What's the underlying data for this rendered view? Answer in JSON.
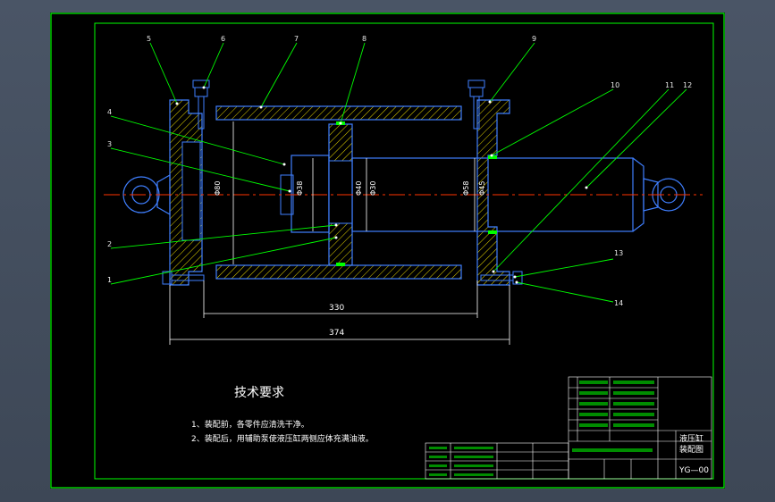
{
  "drawing": {
    "callouts": [
      "5",
      "6",
      "7",
      "8",
      "9",
      "10",
      "11",
      "12",
      "4",
      "3",
      "2",
      "1",
      "13",
      "14"
    ],
    "dimensions": {
      "inner_length": "330",
      "overall_length": "374",
      "bore_dia": "Φ80",
      "piston_dia": "Φ38",
      "rod_dia": "Φ40",
      "gland_dia": "Φ58",
      "port_dia": "Φ30",
      "seal_dia": "Φ45"
    }
  },
  "notes": {
    "title": "技术要求",
    "lines": [
      "1、装配前，各零件应清洗干净。",
      "2、装配后，用辅助泵使液压缸两侧应体充满油液。"
    ]
  },
  "title_block": {
    "label_a": "液压缸",
    "label_b": "装配图",
    "code": "YG—00"
  },
  "colors": {
    "background": "#000000",
    "frame": "#00ff00",
    "outline": "#3f7fff",
    "hatch": "#e8d800",
    "center": "#ff3300",
    "leader": "#00ff00",
    "text": "#ffffff"
  }
}
